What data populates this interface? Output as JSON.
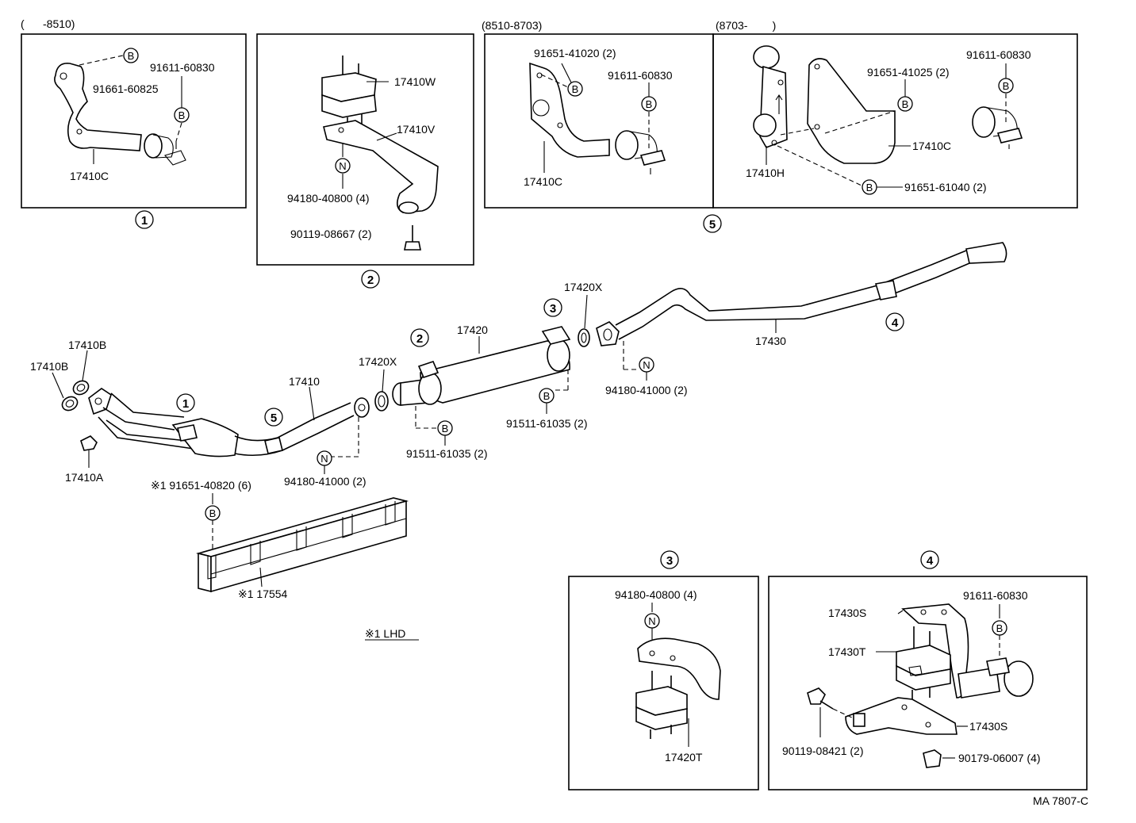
{
  "period_labels": {
    "box1": "(      -8510)",
    "box5a": "(8510-8703)",
    "box5b": "(8703-        )"
  },
  "callouts": {
    "one": "1",
    "two": "2",
    "three": "3",
    "four": "4",
    "five": "5"
  },
  "fastener_marks": {
    "bolt": "B",
    "nut": "N"
  },
  "box1": {
    "p1": "91661-60825",
    "p2": "91611-60830",
    "p3": "17410C"
  },
  "box2": {
    "p1": "17410W",
    "p2": "17410V",
    "p3": "94180-40800 (4)",
    "p4": "90119-08667 (2)"
  },
  "box5a": {
    "p1": "91651-41020 (2)",
    "p2": "91611-60830",
    "p3": "17410C"
  },
  "box5b": {
    "p1": "91611-60830",
    "p2": "91651-41025 (2)",
    "p3": "17410C",
    "p4": "17410H",
    "p5": "91651-61040 (2)"
  },
  "main": {
    "gasket_b1": "17410B",
    "gasket_b2": "17410B",
    "part_a": "17410A",
    "front_pipe": "17410",
    "gasket_x1": "17420X",
    "muffler": "17420",
    "gasket_x2": "17420X",
    "tail_pipe": "17430",
    "bolt_1": "91511-61035 (2)",
    "bolt_2": "91511-61035 (2)",
    "nut_1": "94180-41000 (2)",
    "nut_2": "94180-41000 (2)",
    "shield_bolt": "※1 91651-40820 (6)",
    "shield": "※1 17554",
    "note": "※1 LHD"
  },
  "box3": {
    "p1": "94180-40800 (4)",
    "p2": "17420T"
  },
  "box4": {
    "p1": "91611-60830",
    "p2": "17430S",
    "p3": "17430T",
    "p4": "17430S",
    "p5": "90119-08421 (2)",
    "p6": "90179-06007 (4)"
  },
  "catalog_code": "MA 7807-C"
}
